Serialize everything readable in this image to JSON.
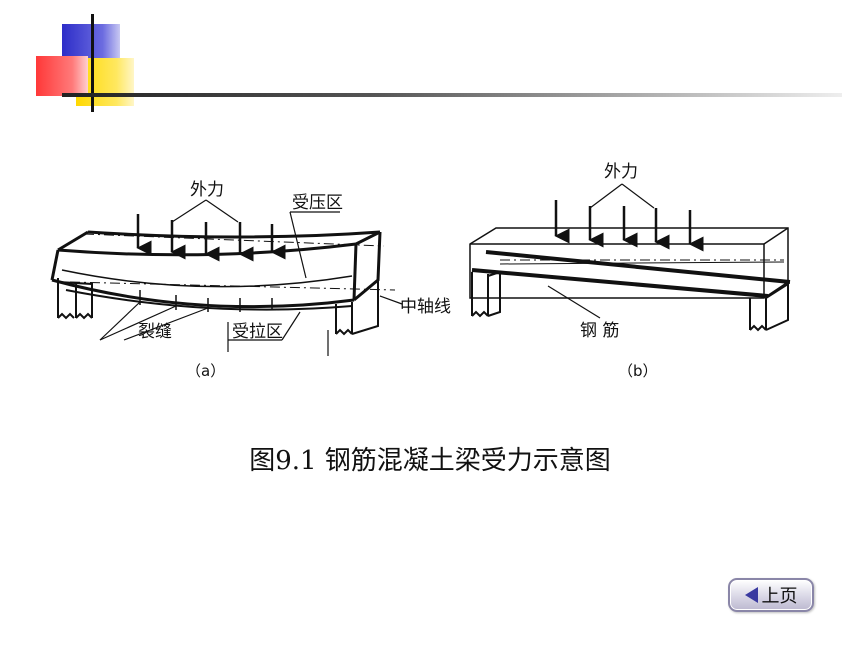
{
  "diagram": {
    "left": {
      "label_force": "外力",
      "label_compression": "受压区",
      "label_neutral_axis": "中轴线",
      "label_crack": "裂缝",
      "label_tension": "受拉区",
      "sub_label": "（a）"
    },
    "right": {
      "label_force": "外力",
      "label_rebar": "钢 筋",
      "sub_label": "（b）"
    }
  },
  "caption": "图9.1  钢筋混凝土梁受力示意图",
  "nav": {
    "prev_label": "上页"
  },
  "colors": {
    "deco_blue": "#3333cc",
    "deco_red": "#ff3333",
    "deco_yellow": "#ffdd00"
  }
}
